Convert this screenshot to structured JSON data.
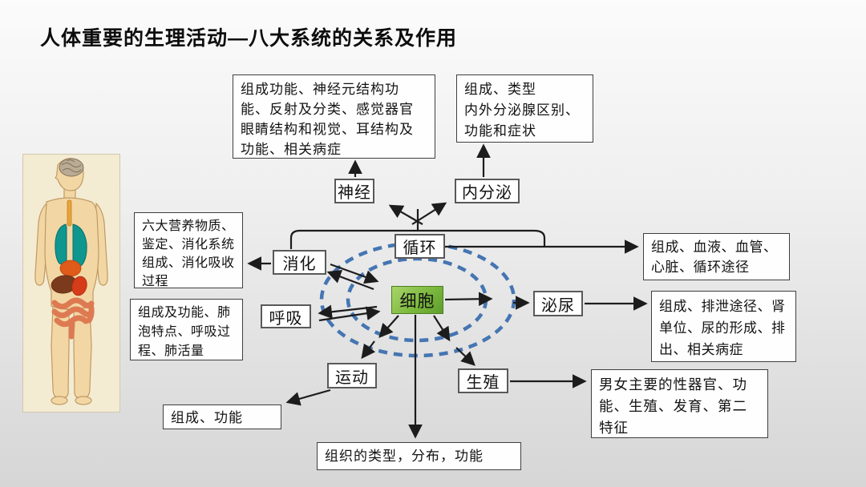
{
  "title": "人体重要的生理活动—八大系统的关系及作用",
  "center_node": {
    "label": "细胞"
  },
  "system_nodes": {
    "nervous": "神经",
    "endocrine": "内分泌",
    "circulatory": "循环",
    "digestive": "消化",
    "respiratory": "呼吸",
    "urinary": "泌尿",
    "locomotor": "运动",
    "reproductive": "生殖"
  },
  "detail_boxes": {
    "nervous": "组成功能、神经元结构功能、反射及分类、感觉器官眼睛结构和视觉、耳结构及功能、相关病症",
    "endocrine": "组成、类型\n内外分泌腺区别、\n功能和症状",
    "digestive": "六大营养物质、鉴定、消化系统组成、消化吸收过程",
    "respiratory": "组成及功能、肺泡特点、呼吸过程、肺活量",
    "circulatory": "组成、血液、血管、心脏、循环途径",
    "urinary": "组成、排泄途径、肾单位、尿的形成、排出、相关病症",
    "reproductive": "男女主要的性器官、功能、生殖、发育、第二特征",
    "locomotor": "组成、功能",
    "tissue": "组织的类型，分布，功能"
  },
  "illustration": {
    "name": "human-body-with-organs"
  },
  "colors": {
    "cell_green_light": "#a9d46a",
    "cell_green_dark": "#5f9e2d",
    "ellipse_blue": "#4575b2",
    "connector_black": "#1c1c1c",
    "slide_bg_top": "#fbfbfb",
    "slide_bg_bottom": "#d6d6d6"
  }
}
